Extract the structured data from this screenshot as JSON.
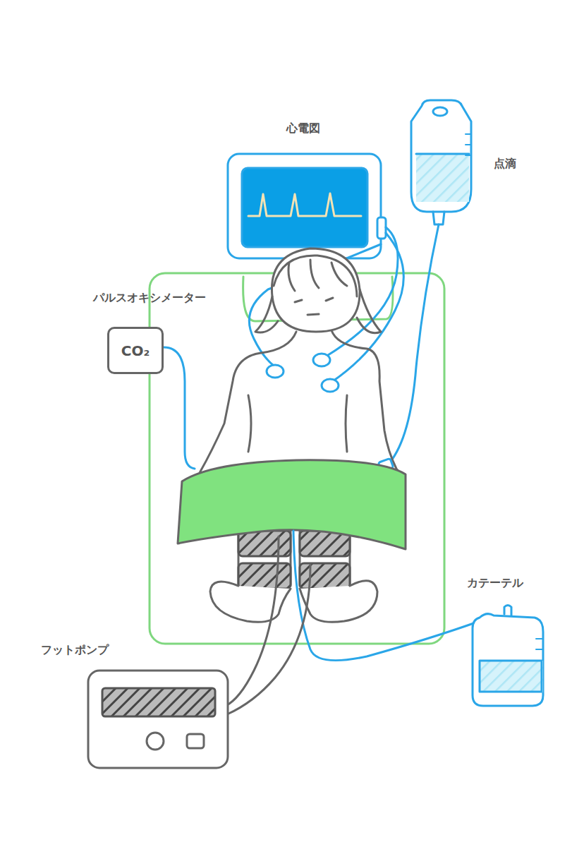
{
  "diagram": {
    "nodes": [
      {
        "text": [
          "CO₂"
        ]
      }
    ],
    "labels": [
      "心電図",
      "点滴",
      "パルスオキシメーター",
      "カテーテル",
      "フットポンプ"
    ]
  }
}
